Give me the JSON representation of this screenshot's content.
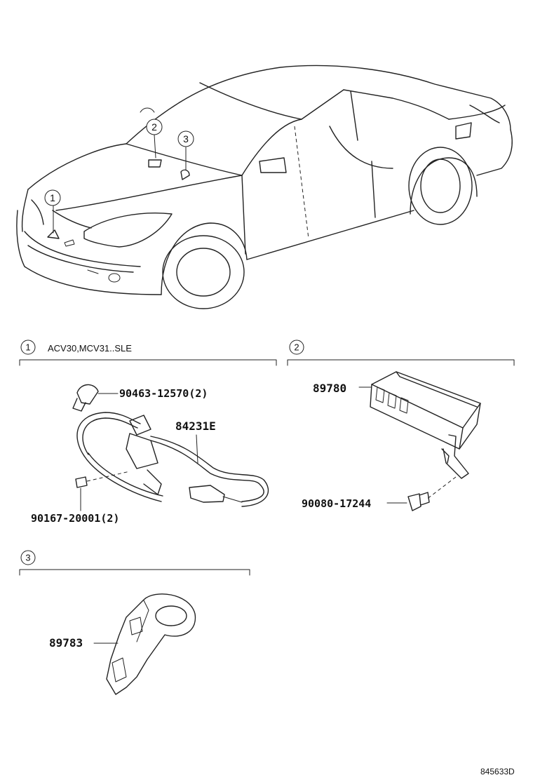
{
  "callouts": {
    "car_1": "1",
    "car_2": "2",
    "car_3": "3"
  },
  "sections": [
    {
      "number": "1",
      "note": "ACV30,MCV31..SLE"
    },
    {
      "number": "2",
      "note": ""
    },
    {
      "number": "3",
      "note": ""
    }
  ],
  "parts": {
    "clip_part": "90463-12570(2)",
    "sensor_part": "84231E",
    "bolt_part_1": "90167-20001(2)",
    "module_part": "89780",
    "screw_part": "90080-17244",
    "bracket_part": "89783"
  },
  "diagram_code": "845633D"
}
